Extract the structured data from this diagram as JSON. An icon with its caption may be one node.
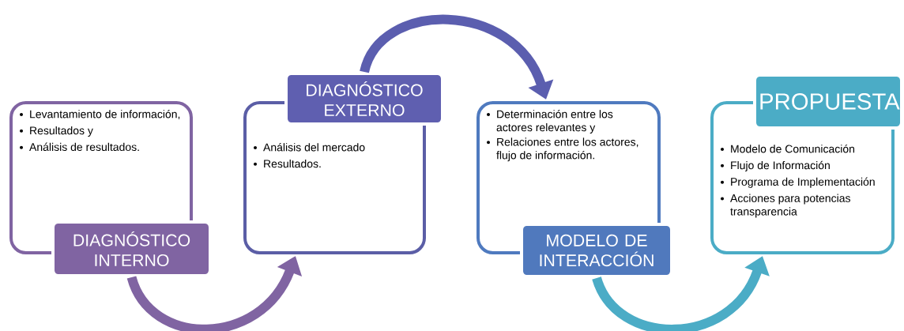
{
  "diagram": {
    "nodes": [
      {
        "text": [
          "Levantamiento de información,",
          "Resultados y",
          "Análisis de resultados."
        ]
      },
      {
        "text": [
          "DIAGNÓSTICO INTERNO"
        ]
      },
      {
        "text": [
          "Análisis del mercado",
          "Resultados."
        ]
      },
      {
        "text": [
          "DIAGNÓSTICO EXTERNO"
        ]
      },
      {
        "text": [
          "Determinación entre los actores relevantes y",
          "Relaciones entre los actores, flujo de información."
        ]
      },
      {
        "text": [
          "MODELO DE INTERACCIÓN"
        ]
      },
      {
        "text": [
          "Modelo de Comunicación",
          "Flujo de Información",
          "Programa de Implementación",
          "Acciones para potencias transparencia"
        ]
      },
      {
        "text": [
          "PROPUESTA"
        ]
      }
    ],
    "edges": [
      {
        "from": 1,
        "to": 2,
        "arrow": "to",
        "color": "#8064a2"
      },
      {
        "from": 3,
        "to": 4,
        "arrow": "to",
        "color": "#5b5eaf"
      },
      {
        "from": 5,
        "to": 6,
        "arrow": "to",
        "color": "#4bacc6"
      }
    ]
  }
}
